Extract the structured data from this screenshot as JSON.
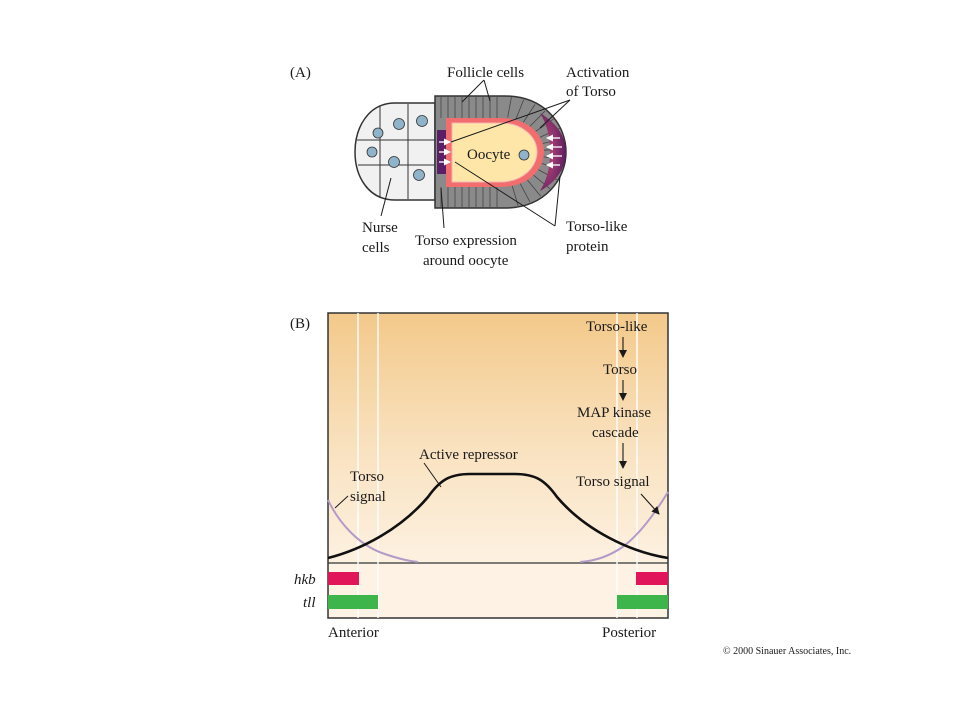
{
  "panelA": {
    "label": "(A)",
    "follicle_cells": "Follicle cells",
    "activation_line1": "Activation",
    "activation_line2": "of Torso",
    "oocyte": "Oocyte",
    "nurse_line1": "Nurse",
    "nurse_line2": "cells",
    "torso_expr_line1": "Torso expression",
    "torso_expr_line2": "around oocyte",
    "torso_like_line1": "Torso-like",
    "torso_like_line2": "protein"
  },
  "panelB": {
    "label": "(B)",
    "pathway": [
      "Torso-like",
      "Torso",
      "MAP kinase",
      "cascade",
      "Torso signal"
    ],
    "active_repressor": "Active repressor",
    "torso_signal_line1": "Torso",
    "torso_signal_line2": "signal",
    "hkb": "hkb",
    "tll": "tll",
    "anterior": "Anterior",
    "posterior": "Posterior"
  },
  "colors": {
    "hkb_bar": "#e0155a",
    "tll_bar": "#3db54a",
    "torso_curve": "#b39bc8",
    "repressor_curve": "#111111"
  },
  "copyright": "© 2000 Sinauer Associates, Inc."
}
